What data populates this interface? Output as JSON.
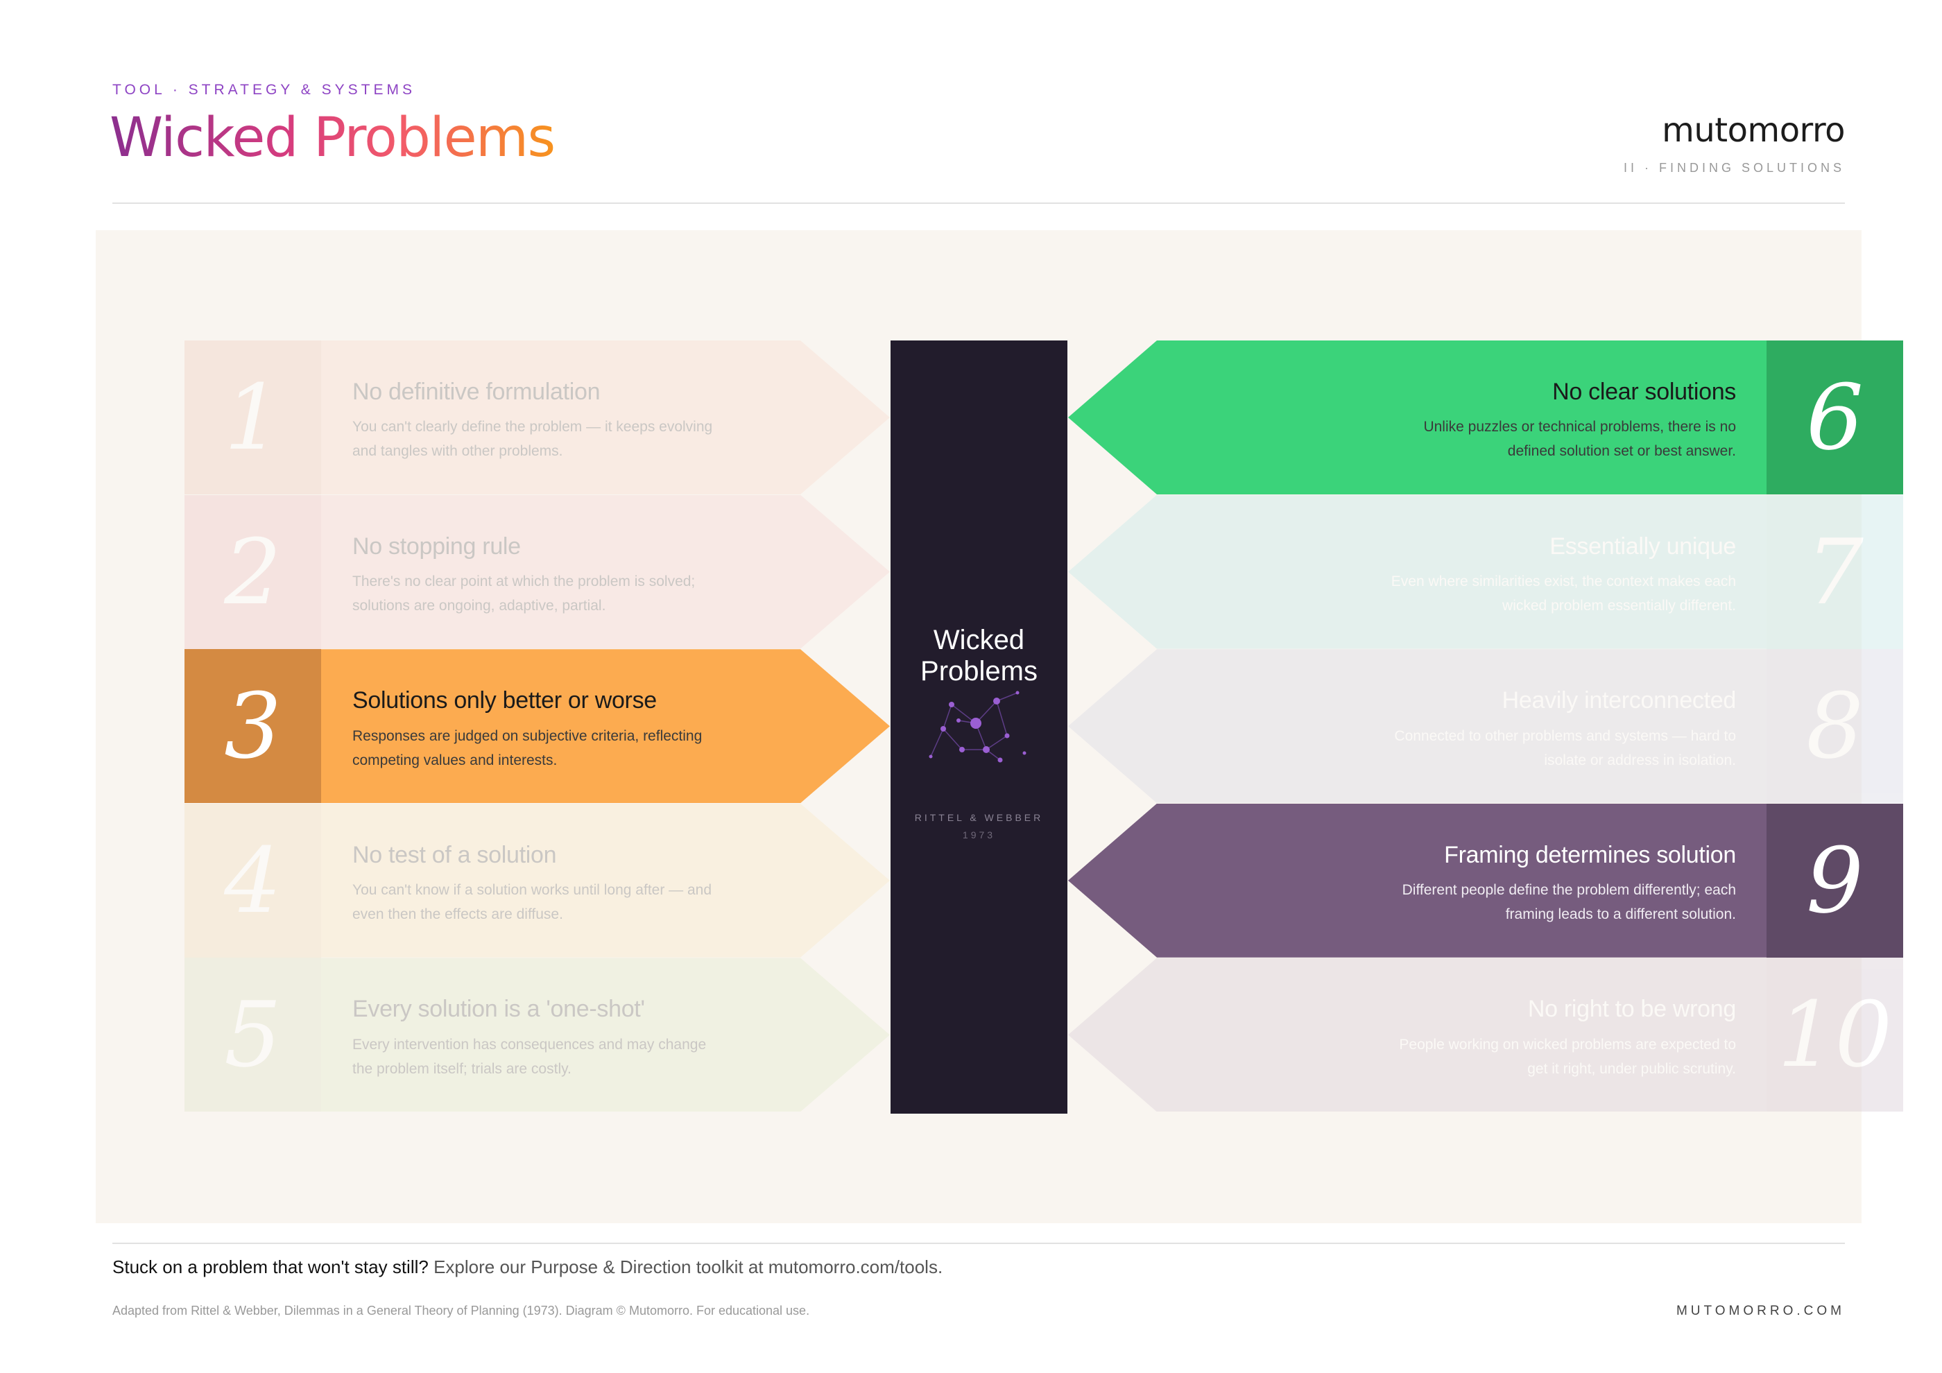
{
  "header": {
    "kicker": "TOOL · STRATEGY & SYSTEMS",
    "title": "Wicked Problems",
    "brand": "mutomorro",
    "section": "II · FINDING SOLUTIONS"
  },
  "center": {
    "title": "Wicked\nProblems",
    "attribution": "RITTEL & WEBBER",
    "year": "1973"
  },
  "items_left": [
    {
      "num": "1",
      "title": "No definitive formulation",
      "desc": "You can't clearly define the problem — it keeps evolving and tangles with other problems.",
      "color": "#f9dfd3",
      "num_color": "#f0d2c4",
      "highlight": false
    },
    {
      "num": "2",
      "title": "No stopping rule",
      "desc": "There's no clear point at which the problem is solved; solutions are ongoing, adaptive, partial.",
      "color": "#f8dad8",
      "num_color": "#f0cccb",
      "highlight": false
    },
    {
      "num": "3",
      "title": "Solutions only better or worse",
      "desc": "Responses are judged on subjective criteria, reflecting competing values and interests.",
      "color": "#fcab50",
      "num_color": "#d48a42",
      "highlight": true
    },
    {
      "num": "4",
      "title": "No test of a solution",
      "desc": "You can't know if a solution works until long after — and even then the effects are diffuse.",
      "color": "#f9ebcb",
      "num_color": "#f2e1c4",
      "highlight": false
    },
    {
      "num": "5",
      "title": "Every solution is a 'one-shot'",
      "desc": "Every intervention has consequences and may change the problem itself; trials are costly.",
      "color": "#e6ecd1",
      "num_color": "#e2e5cd",
      "highlight": false
    }
  ],
  "items_right": [
    {
      "num": "6",
      "title": "No clear solutions",
      "desc": "Unlike puzzles or technical problems, there is no defined solution set or best answer.",
      "color": "#3bd37a",
      "num_color": "#2eac60",
      "highlight": true
    },
    {
      "num": "7",
      "title": "Essentially unique",
      "desc": "Even where similarities exist, the context makes each wicked problem essentially different.",
      "color": "#c8ebe9",
      "num_color": "#c7e7e6",
      "highlight": false
    },
    {
      "num": "8",
      "title": "Heavily interconnected",
      "desc": "Connected to other problems and systems — hard to isolate or address in isolation.",
      "color": "#dbdbe6",
      "num_color": "#d8d8e3",
      "highlight": false
    },
    {
      "num": "9",
      "title": "Framing determines solution",
      "desc": "Different people define the problem differently; each framing leads to a different solution.",
      "color": "#765c7e",
      "num_color": "#5f4a66",
      "highlight": true
    },
    {
      "num": "10",
      "title": "No right to be wrong",
      "desc": "People working on wicked problems are expected to get it right, under public scrutiny.",
      "color": "#dbd1d9",
      "num_color": "#d8ccd5",
      "highlight": false
    }
  ],
  "footer": {
    "cta_strong": "Stuck on a problem that won't stay still?",
    "cta_rest": " Explore our Purpose & Direction toolkit at mutomorro.com/tools.",
    "note": "Adapted from Rittel & Webber, Dilemmas in a General Theory of Planning (1973). Diagram © Mutomorro. For educational use.",
    "site": "MUTOMORRO.COM"
  }
}
